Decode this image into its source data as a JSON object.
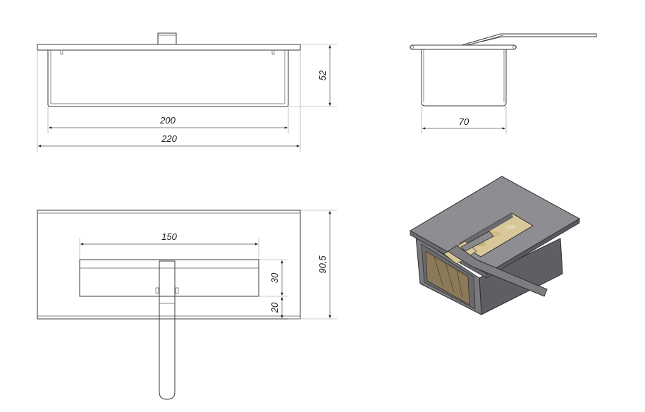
{
  "dimensions": {
    "front_inner_width": "200",
    "front_outer_width": "220",
    "front_height": "52",
    "side_width": "70",
    "top_slot_length": "150",
    "top_slot_width": "30",
    "top_offset": "20",
    "top_depth": "90,5"
  },
  "colors": {
    "line": "#3a3a3a",
    "body_grey": "#6f6f73",
    "top_grey": "#8c8c90",
    "fuel_tan": "#d8c79a",
    "fuel_dark": "#8a7a5a"
  }
}
